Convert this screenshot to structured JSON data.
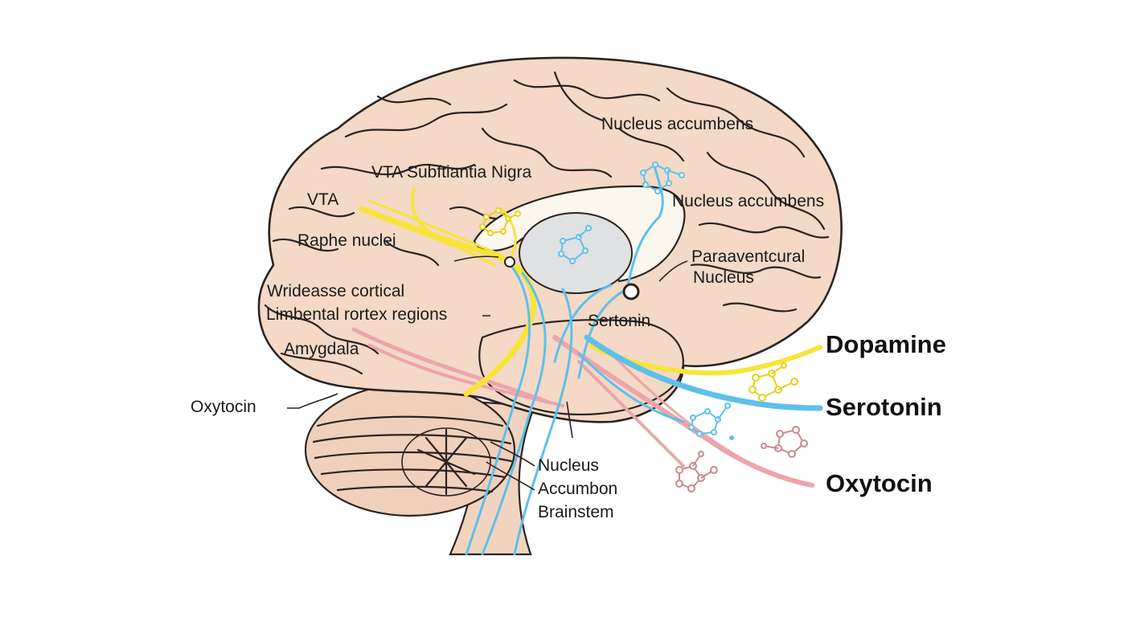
{
  "labels": {
    "nucleus_accumbens_top": "Nucleus accumbens",
    "vta_substantia": "VTA Subftiantia Nigra",
    "vta": "VTA",
    "nucleus_accumbens_right": "Nucleus accumbens",
    "raphe": "Raphe nuclei",
    "paraventricular_1": "Paraaventcural",
    "paraventricular_2": "Nucleus",
    "widespread_1": "Wrideasse cortical",
    "widespread_2": "Limbental rortex regions",
    "sertonin": "Sertonin",
    "amygdala": "Amygdala",
    "oxytocin_left": "Oxytocin",
    "nucleus_bottom_1": "Nucleus",
    "nucleus_bottom_2": "Accumbon",
    "nucleus_bottom_3": "Brainstem"
  },
  "legend": {
    "dopamine": "Dopamine",
    "serotonin": "Serotonin",
    "oxytocin": "Oxytocin"
  },
  "colors": {
    "brain": "#f3d9c6",
    "outline": "#2b2320",
    "dopamine": "#f7e43a",
    "serotonin": "#5ec0ea",
    "oxytocin": "#eca5aa",
    "thalamus": "#dfe1e3"
  }
}
